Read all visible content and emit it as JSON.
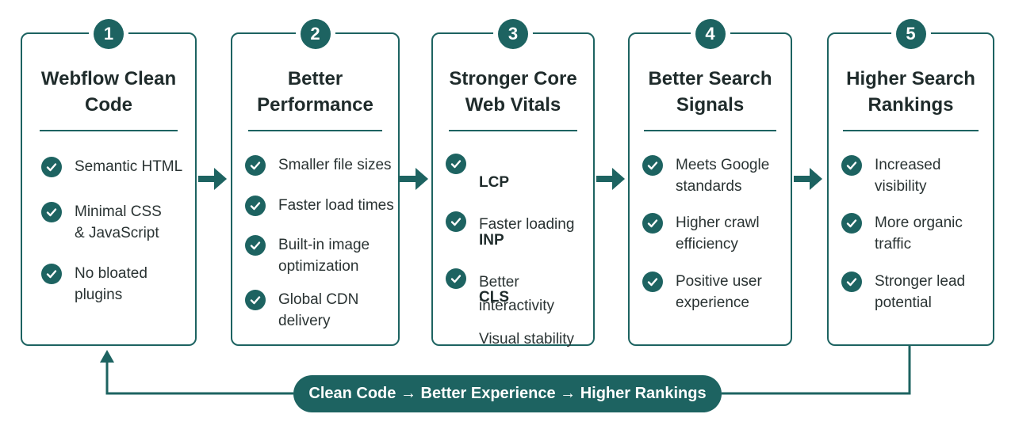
{
  "cards": [
    {
      "number": "1",
      "title": "Webflow Clean\nCode",
      "items": [
        "Semantic HTML",
        "Minimal CSS\n& JavaScript",
        "No bloated\nplugins"
      ]
    },
    {
      "number": "2",
      "title": "Better\nPerformance",
      "items": [
        "Smaller file sizes",
        "Faster load times",
        "Built-in image\noptimization",
        "Global CDN\ndelivery"
      ]
    },
    {
      "number": "3",
      "title": "Stronger Core\nWeb Vitals",
      "metrics": [
        {
          "name": "LCP",
          "description": "Faster loading"
        },
        {
          "name": "INP",
          "description": "Better interactivity"
        },
        {
          "name": "CLS",
          "description": "Visual stability"
        }
      ]
    },
    {
      "number": "4",
      "title": "Better Search\nSignals",
      "items": [
        "Meets Google\nstandards",
        "Higher crawl\nefficiency",
        "Positive user\nexperience"
      ]
    },
    {
      "number": "5",
      "title": "Higher Search\nRankings",
      "items": [
        "Increased\nvisibility",
        "More organic\ntraffic",
        "Stronger lead\npotential"
      ]
    }
  ],
  "footer": {
    "label": "Clean Code → Better Experience → Higher Rankings"
  },
  "colors": {
    "accent": "#1d6361",
    "text": "#1f2b2b",
    "background": "#ffffff"
  },
  "icons": {
    "check": "check-circle-icon",
    "arrow": "arrow-right-icon",
    "loop": "loop-back-arrow-icon"
  }
}
